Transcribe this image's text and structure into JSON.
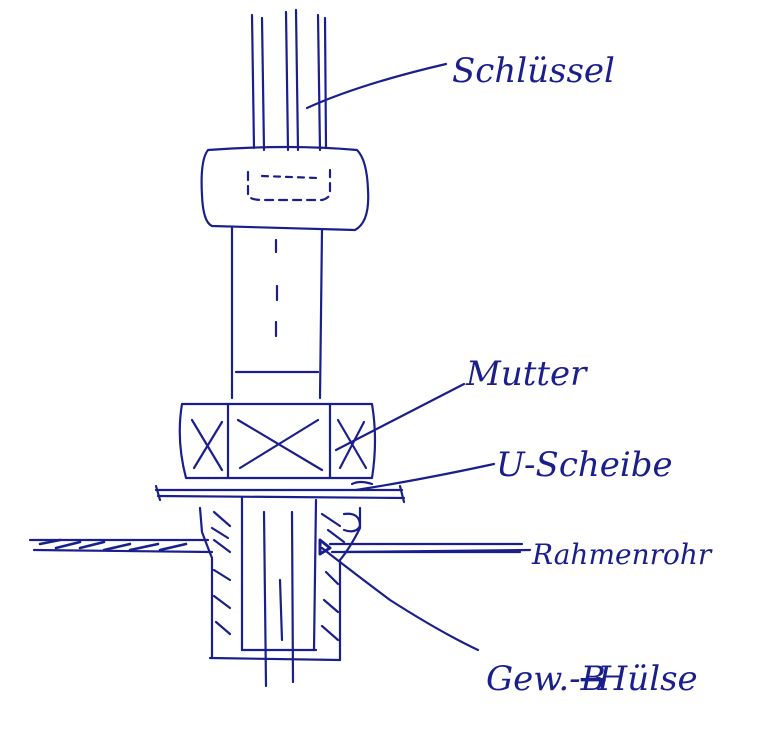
{
  "ink_color": "#1a1f8c",
  "labels": {
    "key": "Schlüssel",
    "nut": "Mutter",
    "washer": "U-Scheibe",
    "frame_tube": "Rahmenrohr",
    "sleeve_prefix": "Gew.-",
    "sleeve_struck": "B",
    "sleeve_suffix": "Hülse"
  }
}
